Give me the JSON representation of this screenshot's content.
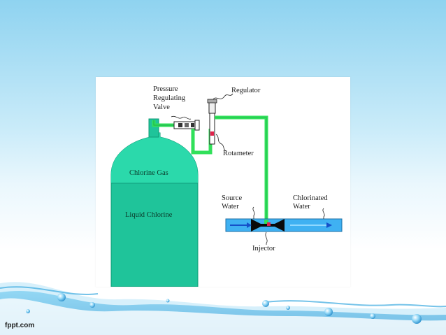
{
  "branding": {
    "site": "fppt.com"
  },
  "diagram": {
    "labels": {
      "pressure_line1": "Pressure",
      "pressure_line2": "Regulating",
      "pressure_line3": "Valve",
      "regulator": "Regulator",
      "rotameter": "Rotameter",
      "chlorine_gas": "Chlorine Gas",
      "liquid_chlorine": "Liquid Chlorine",
      "source_line1": "Source",
      "source_line2": "Water",
      "chlorinated_line1": "Chlorinated",
      "chlorinated_line2": "Water",
      "injector": "Injector"
    }
  },
  "colors": {
    "tank": "#1fc49a",
    "tank_gas": "#2bd9ab",
    "pipe_green": "#31e05a",
    "water_pipe": "#3fb1f2",
    "arrow": "#1550c9",
    "red_marker": "#e0224b"
  },
  "icons": [
    "water-drop-icon",
    "wave-icon"
  ]
}
